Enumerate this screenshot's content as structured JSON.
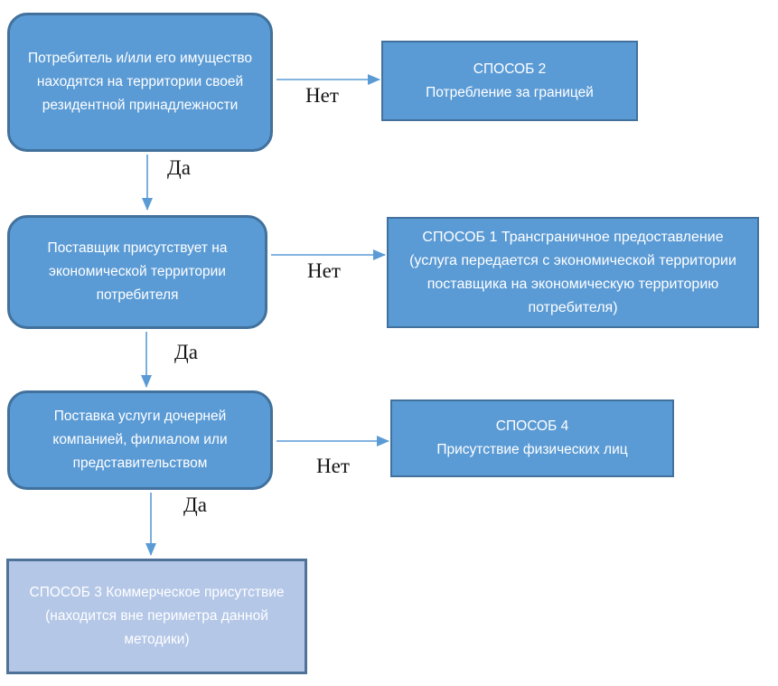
{
  "diagram": {
    "title_hint": "Decision flowchart for modes of service supply (Russian)",
    "colors": {
      "node_fill": "#5b9bd5",
      "node_border": "#41719c",
      "final_fill": "#b4c7e7",
      "final_border": "#4f7299",
      "arrow": "#5b9bd5",
      "node_text": "#ffffff",
      "label_text": "#151515",
      "background": "#ffffff"
    },
    "labels": {
      "yes": "Да",
      "no": "Нет"
    },
    "nodes": {
      "decision1": {
        "text": "Потребитель и/или его имущество находятся на территории своей резидентной принадлежности"
      },
      "decision2": {
        "text": "Поставщик присутствует на экономической территории потребителя"
      },
      "decision3": {
        "text": "Поставка услуги дочерней компанией, филиалом или представительством"
      },
      "mode2": {
        "line1": "СПОСОБ 2",
        "line2": "Потребление за границей"
      },
      "mode1": {
        "text": "СПОСОБ 1 Трансграничное предоставление (услуга передается с экономической территории поставщика на экономическую территорию потребителя)"
      },
      "mode4": {
        "line1": "СПОСОБ 4",
        "line2": "Присутствие физических лиц"
      },
      "mode3": {
        "text": "СПОСОБ 3 Коммерческое присутствие (находится вне периметра данной методики)"
      }
    }
  }
}
